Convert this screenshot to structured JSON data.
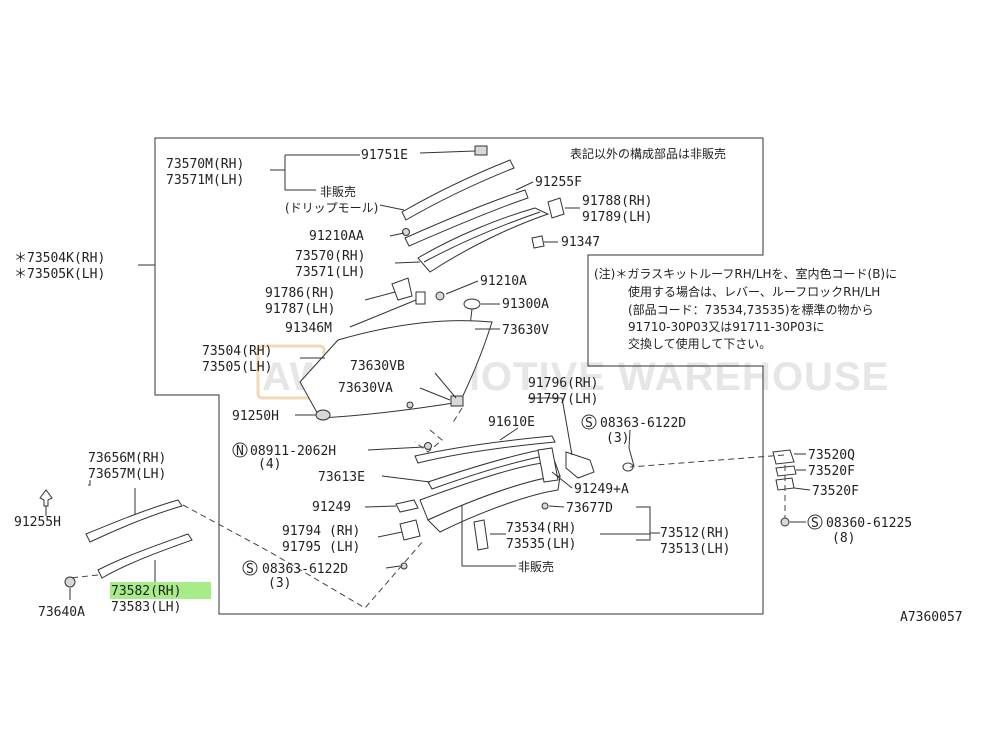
{
  "watermark": "AUTOMOTIVE WAREHOUSE",
  "watermark_logo": "AW",
  "diagram_code": "A7360057",
  "notes": {
    "not_sold_except": "表記以外の構成部品は非販売",
    "note_lines": [
      "(注)＊ガラスキットルーフRH/LHを、室内色コード(B)に",
      "使用する場合は、レバー、ルーフロックRH/LH",
      "(部品コード：73534,73535)を標準の物から",
      "91710-30P03又は91711-30P03に",
      "交換して使用して下さい。"
    ],
    "not_sold": "非販売",
    "drip_molding": "(ドリップモール)",
    "not_sold_2": "非販売"
  },
  "labels": {
    "p73570M": "73570M(RH)",
    "p73571M": "73571M(LH)",
    "p91751E": "91751E",
    "p91255F": "91255F",
    "p91788": "91788(RH)",
    "p91789": "91789(LH)",
    "p91210AA": "91210AA",
    "p91347": "91347",
    "p73504K": "＊73504K(RH)",
    "p73505K": "＊73505K(LH)",
    "p73570": "73570(RH)",
    "p73571": "73571(LH)",
    "p91210A": "91210A",
    "p91786": "91786(RH)",
    "p91787": "91787(LH)",
    "p91300A": "91300A",
    "p91346M": "91346M",
    "p73630V": "73630V",
    "p73504": "73504(RH)",
    "p73505": "73505(LH)",
    "p73630VB": "73630VB",
    "p73630VA": "73630VA",
    "p91796": "91796(RH)",
    "p91797": "91797(LH)",
    "p91250H": "91250H",
    "p91610E": "91610E",
    "s08363a": "08363-6122D",
    "s08363a_qty": "(3)",
    "n08911": "08911-2062H",
    "n08911_qty": "(4)",
    "p73520Q": "73520Q",
    "p73613E": "73613E",
    "p73520F_a": "73520F",
    "p73520F_b": "73520F",
    "p91249A": "91249+A",
    "p91249": "91249",
    "p73677D": "73677D",
    "s08360": "08360-61225",
    "s08360_qty": "(8)",
    "p73534": "73534(RH)",
    "p73535": "73535(LH)",
    "p73512": "73512(RH)",
    "p73513": "73513(LH)",
    "p91794": "91794 (RH)",
    "p91795": "91795 (LH)",
    "s08363b": "08363-6122D",
    "s08363b_qty": "(3)",
    "p73656M": "73656M(RH)",
    "p73657M": "73657M(LH)",
    "p91255H": "91255H",
    "p73582": "73582(RH)",
    "p73583": "73583(LH)",
    "p73640A": "73640A"
  },
  "symbols": {
    "s": "S",
    "n": "N"
  }
}
